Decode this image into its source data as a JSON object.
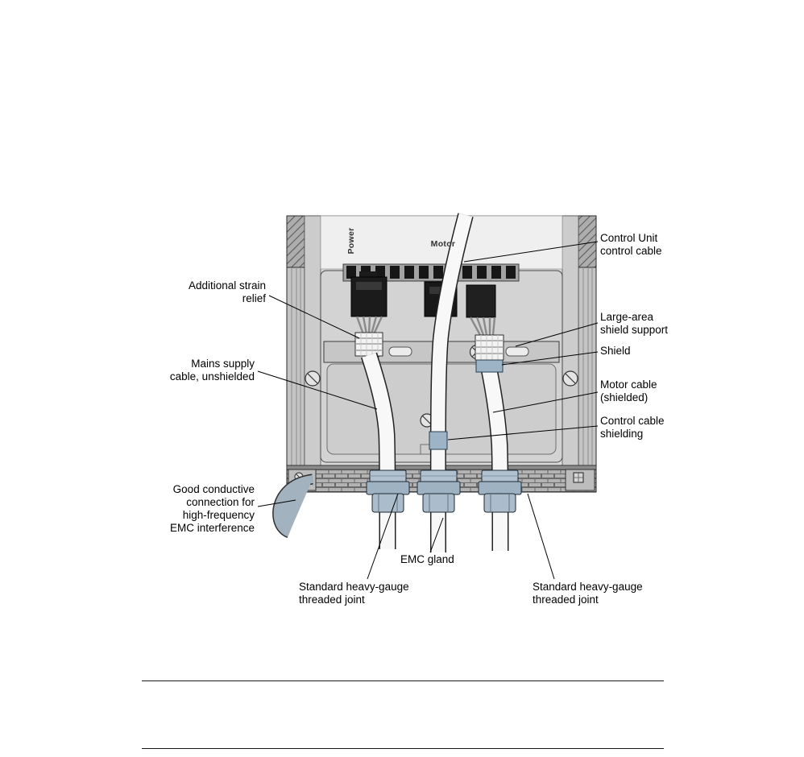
{
  "page": {
    "background": "#ffffff"
  },
  "device": {
    "power_label": "Power",
    "motor_label": "Motor"
  },
  "callouts": {
    "control_unit_cable": "Control Unit\ncontrol cable",
    "additional_strain_relief": "Additional strain\nrelief",
    "large_area_shield_support": "Large-area\nshield support",
    "shield": "Shield",
    "mains_supply_cable": "Mains supply\ncable, unshielded",
    "motor_cable": "Motor cable\n(shielded)",
    "control_cable_shielding": "Control cable\nshielding",
    "good_conductive_connection": "Good conductive\nconnection for\nhigh-frequency\nEMC interference",
    "emc_gland": "EMC gland",
    "threaded_joint_left": "Standard heavy-gauge\nthreaded joint",
    "threaded_joint_right": "Standard heavy-gauge\nthreaded joint"
  },
  "colors": {
    "gland": "#abbcca",
    "gland_mid": "#9fb2c2",
    "gland_top": "#b1c1cf",
    "shield_clamp": "#9db4c6",
    "ground_cable": "#a3b2bf",
    "cable": "#f8f8f8"
  }
}
